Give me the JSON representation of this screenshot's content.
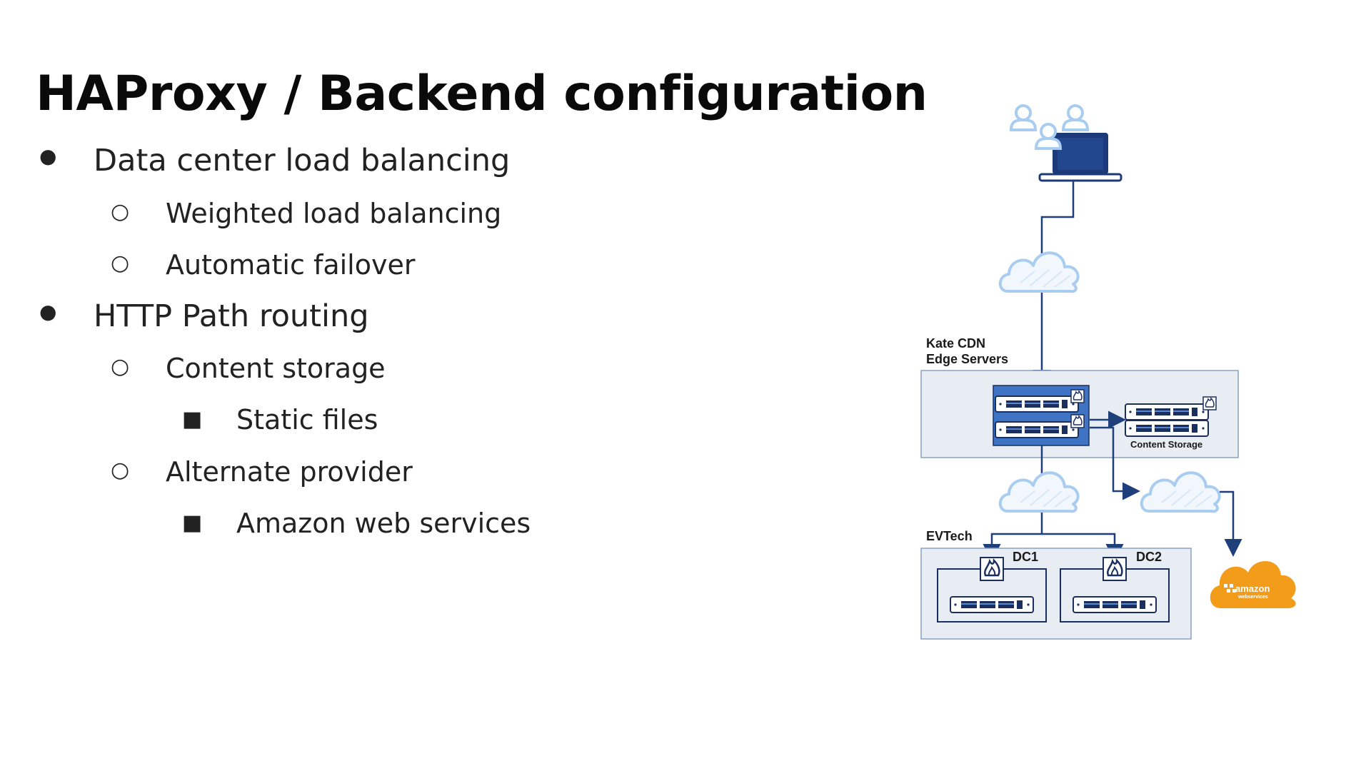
{
  "slide": {
    "title": "HAProxy / Backend configuration"
  },
  "bullets": [
    {
      "level": 1,
      "marker": "●",
      "text": "Data center load balancing"
    },
    {
      "level": 2,
      "marker": "○",
      "text": "Weighted load balancing"
    },
    {
      "level": 2,
      "marker": "○",
      "text": "Automatic failover"
    },
    {
      "level": 1,
      "marker": "●",
      "text": "HTTP Path routing"
    },
    {
      "level": 2,
      "marker": "○",
      "text": "Content storage"
    },
    {
      "level": 3,
      "marker": "■",
      "text": "Static files"
    },
    {
      "level": 2,
      "marker": "○",
      "text": "Alternate provider"
    },
    {
      "level": 3,
      "marker": "■",
      "text": "Amazon web services"
    }
  ],
  "diagram": {
    "edge_label_line1": "Kate CDN",
    "edge_label_line2": "Edge Servers",
    "content_storage_label": "Content Storage",
    "evtech_label": "EVTech",
    "dc1_label": "DC1",
    "dc2_label": "DC2",
    "aws_logo_text": "amazon",
    "aws_logo_subtext": "webservices",
    "colors": {
      "line": "#1f3f7a",
      "box_fill": "#e8edf4",
      "box_stroke": "#8aa0bf",
      "server_fill": "#3f74c4",
      "server_dark": "#1b2f5e",
      "cloud_fill": "#f2f7fd",
      "cloud_stroke": "#a9cdf0",
      "laptop": "#1c3a7a",
      "aws_orange": "#f39c19"
    }
  }
}
